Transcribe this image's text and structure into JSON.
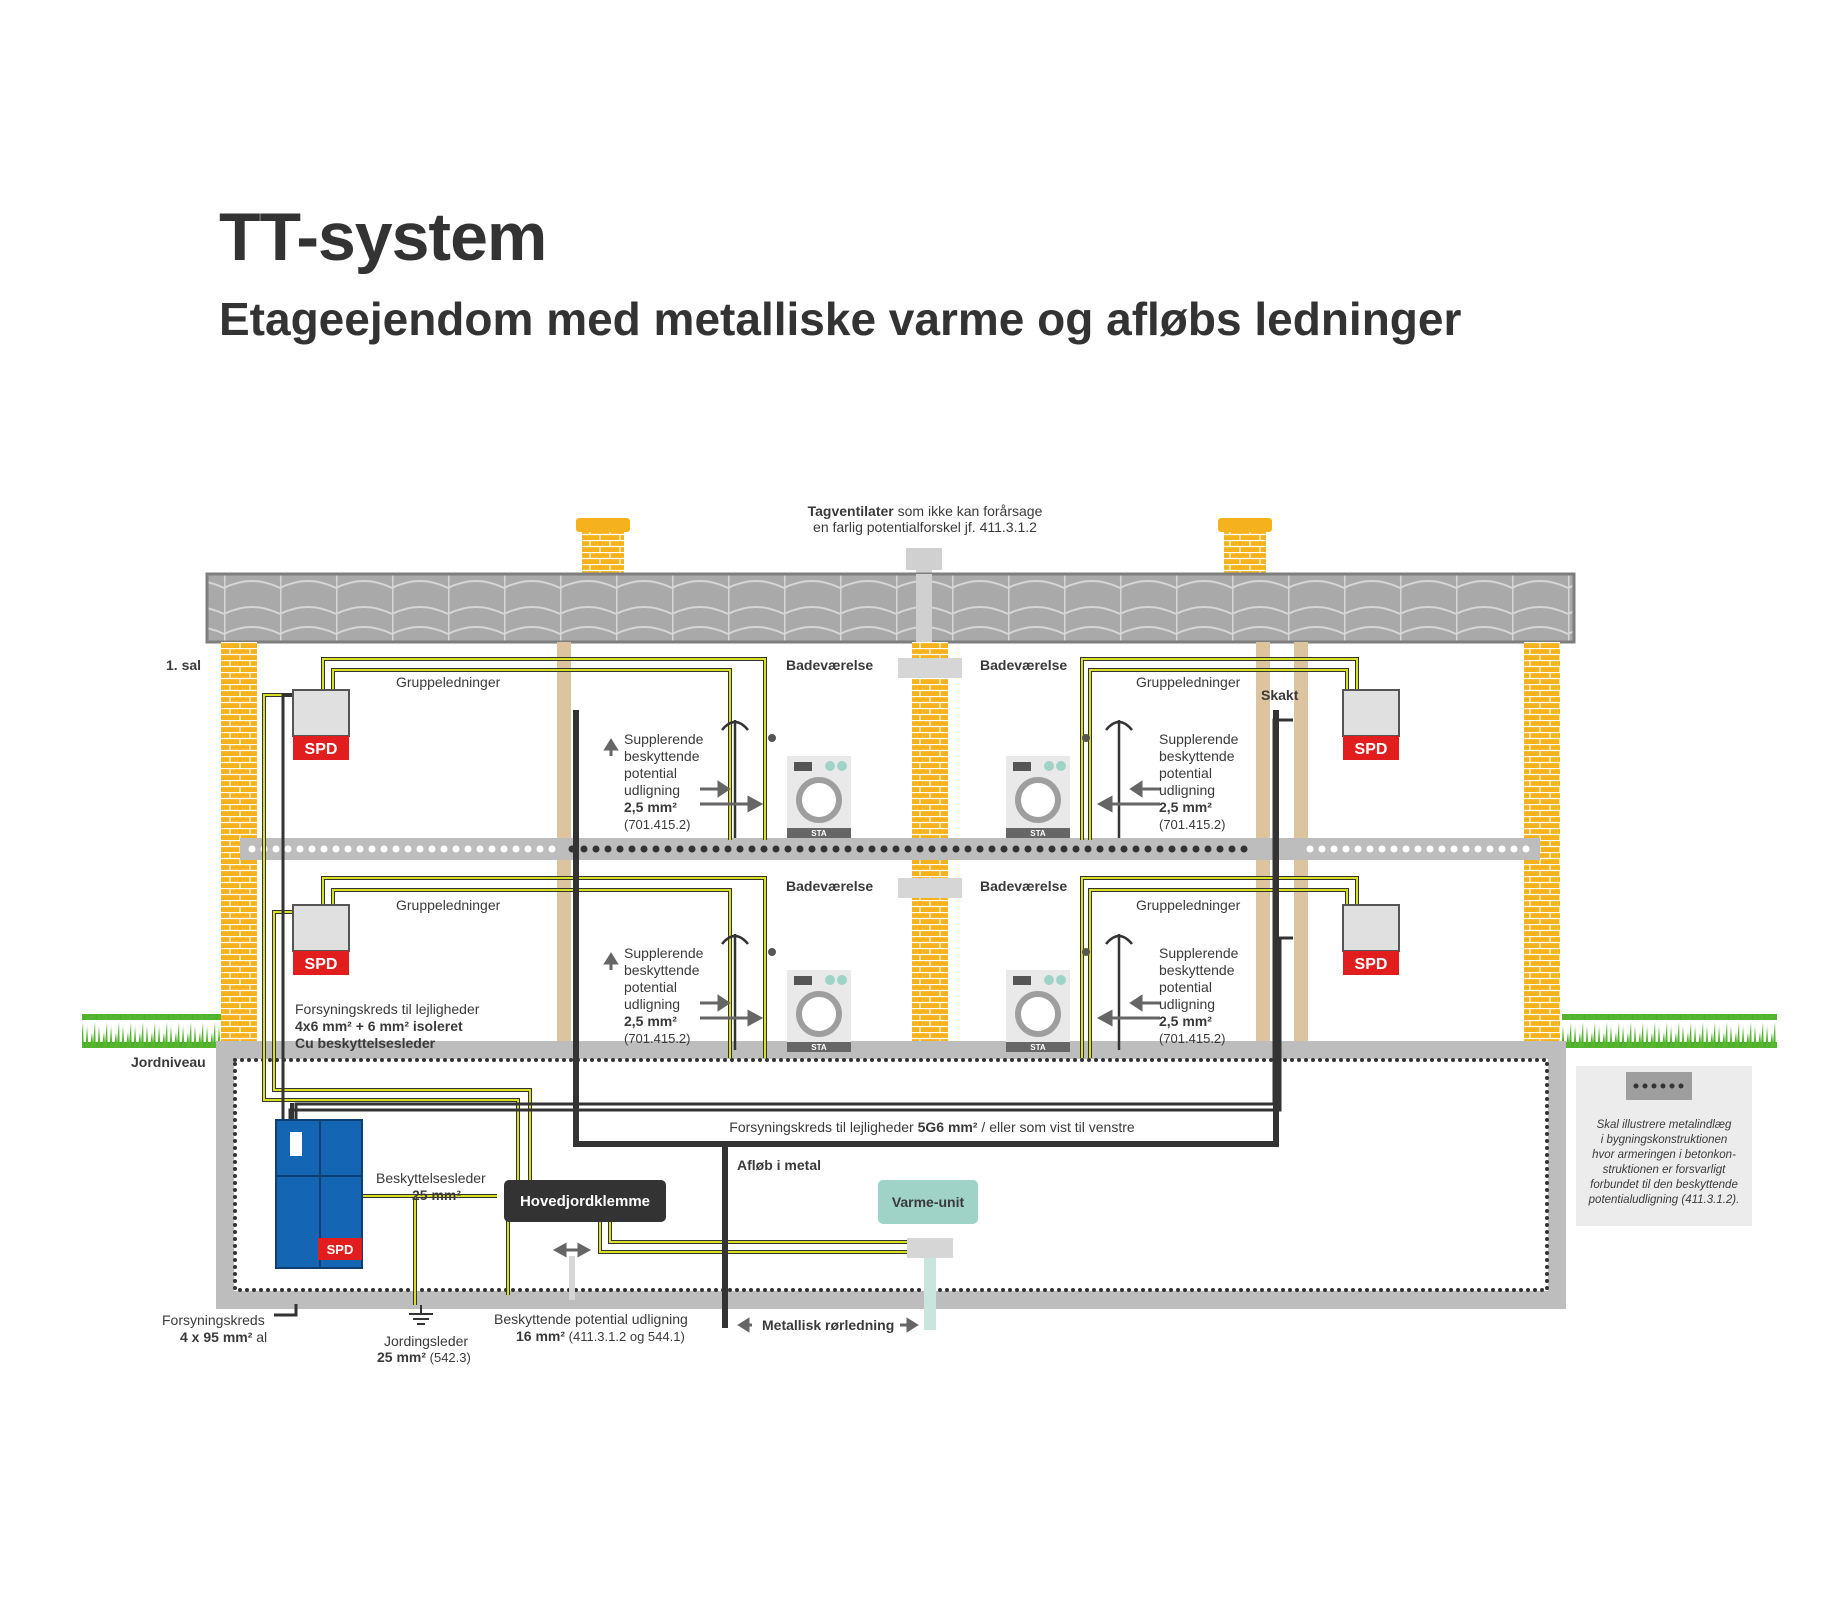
{
  "title": "TT-system",
  "subtitle": "Etageejendom med metalliske varme og afløbs ledninger",
  "roof_note": {
    "bold": "Tagventilater",
    "rest": " som ikke kan forårsage",
    "line2": "en farlig potentialforskel jf. 411.3.1.2"
  },
  "floor_label": "1. sal",
  "ground_label": "Jordniveau",
  "shaft_label": "Skakt",
  "group_lines": "Gruppeledninger",
  "bathroom": "Badeværelse",
  "spd": "SPD",
  "sta": "STA",
  "supplementary": {
    "l1": "Supplerende",
    "l2": "beskyttende",
    "l3": "potential",
    "l4": "udligning",
    "size": "2,5 mm²",
    "ref": "(701.415.2)"
  },
  "supply_apartments": {
    "l1": "Forsyningskreds til lejligheder",
    "l2": "4x6 mm² + 6 mm² isoleret",
    "l3": "Cu beskyttelsesleder"
  },
  "supply_apartments_basement": {
    "pre": "Forsyningskreds til lejligheder ",
    "bold": "5G6 mm²",
    "post": " / eller som vist til venstre"
  },
  "drain": "Afløb i metal",
  "protective_conductor": {
    "l1": "Beskyttelsesleder",
    "l2": "25 mm²"
  },
  "main_earth": "Hovedjordklemme",
  "heating_unit": "Varme-unit",
  "supply_main": {
    "l1": "Forsyningskreds",
    "bold": "4 x 95 mm²",
    "post": " al"
  },
  "earthing_conductor": {
    "l1": "Jordingsleder",
    "bold": "25 mm²",
    "post": " (542.3)"
  },
  "equipotential": {
    "l1": "Beskyttende potential udligning",
    "bold": "16 mm²",
    "post": " (411.3.1.2 og 544.1)"
  },
  "metal_pipe": "Metallisk rørledning",
  "legend_note": [
    "Skal illustrere metalindlæg",
    "i bygningskonstruktionen",
    "hvor armeringen i betonkon-",
    "struktionen er forsvarligt",
    "forbundet til den beskyttende",
    "potentialudligning (411.3.1.2)."
  ],
  "colors": {
    "brick": "#f6b21c",
    "roof": "#a9a9a9",
    "concrete": "#bdbdbd",
    "wire_yellow": "#d9e021",
    "panel_blue": "#1565b5",
    "spd_red": "#e11d1d",
    "heat_unit": "#9fd3c7",
    "dark": "#333333",
    "grass": "#4caf28",
    "wood": "#dcc49e"
  }
}
